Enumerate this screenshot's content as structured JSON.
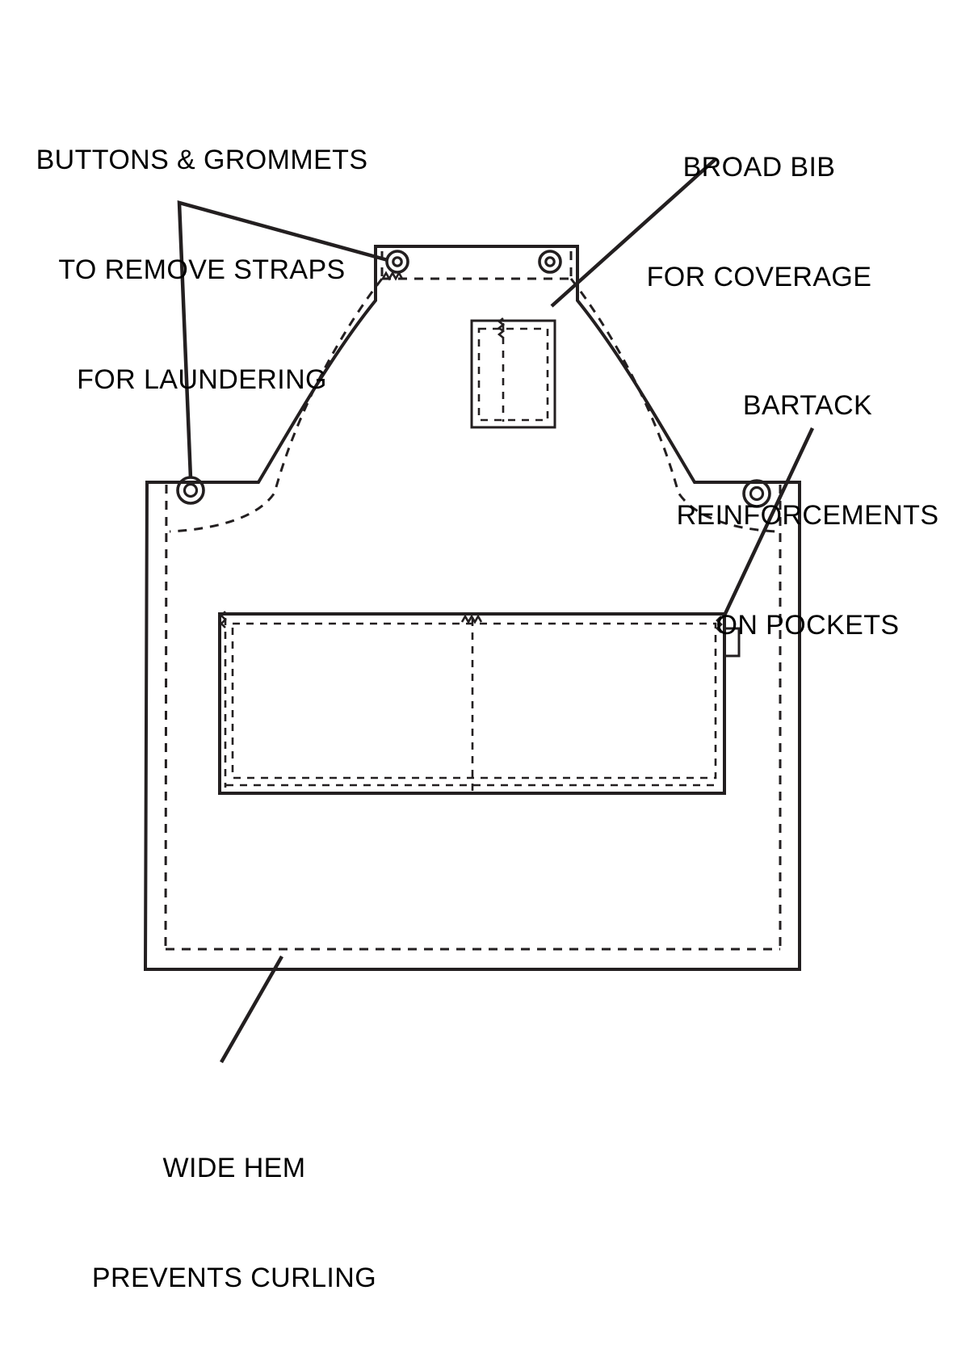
{
  "figure": {
    "title": "Apron construction technical illustration",
    "background_color": "#ffffff",
    "line_color": "#231f20"
  },
  "callouts": [
    {
      "id": "buttons-grommets",
      "lines": [
        "BUTTONS & GROMMETS",
        "TO REMOVE STRAPS",
        "FOR LAUNDERING"
      ],
      "points_to": [
        "bib-grommet-left",
        "waist-grommet-left"
      ]
    },
    {
      "id": "broad-bib",
      "lines": [
        "BROAD BIB",
        "FOR COVERAGE"
      ],
      "points_to": [
        "bib-panel"
      ]
    },
    {
      "id": "bartack",
      "lines": [
        "BARTACK",
        "REINFORCEMENTS",
        "ON POCKETS"
      ],
      "points_to": [
        "waist-pocket-bartack-right"
      ]
    },
    {
      "id": "wide-hem",
      "lines": [
        "WIDE HEM",
        "PREVENTS CURLING"
      ],
      "points_to": [
        "bottom-hem"
      ]
    }
  ],
  "parts": {
    "bib": {
      "name": "broad bib",
      "grommets": 2,
      "topstitch": "dashed inset"
    },
    "body": {
      "name": "apron body",
      "waist_grommets": 2,
      "side_topstitch": "dashed inset"
    },
    "chest_pocket": {
      "name": "chest pocket",
      "compartments": 2,
      "bartacks": 1
    },
    "waist_pocket": {
      "name": "waist pocket",
      "compartments": 2,
      "bartacks": 3,
      "towel_loop": 1
    },
    "hem": {
      "name": "wide hem",
      "stitch_rows": 1
    }
  }
}
